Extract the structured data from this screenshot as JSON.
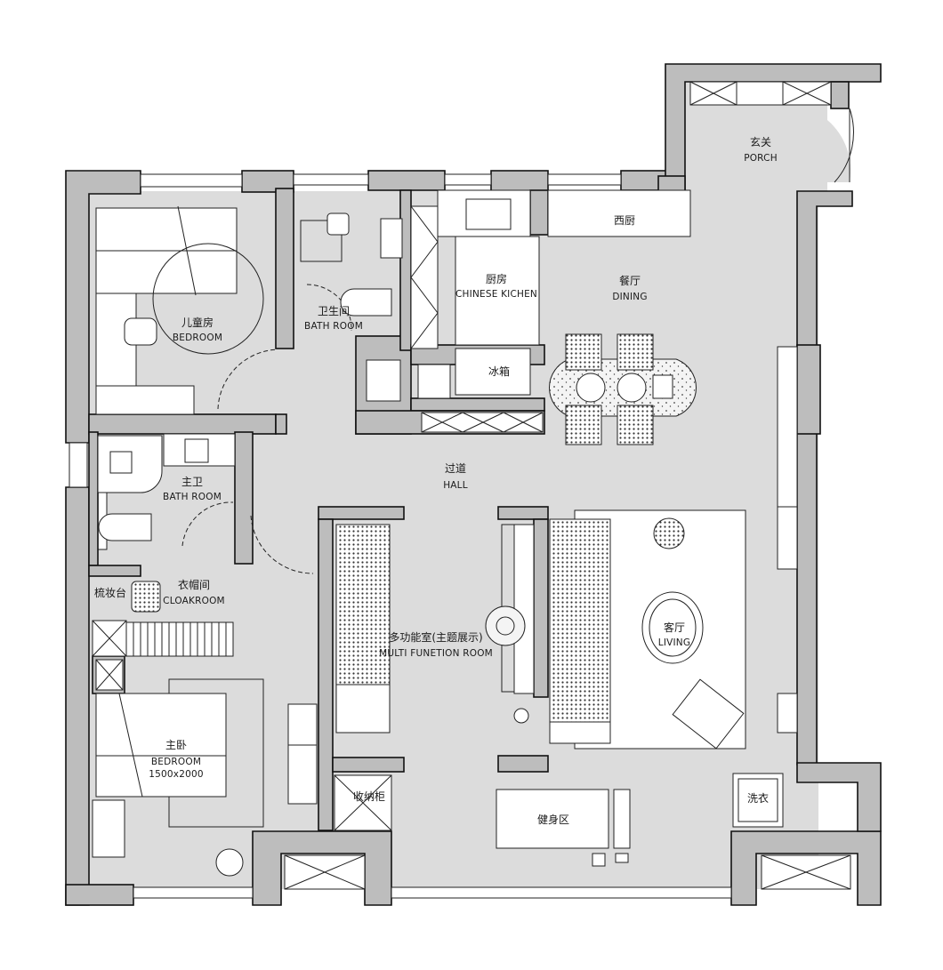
{
  "rooms": {
    "porch": {
      "zh": "玄关",
      "en": "PORCH"
    },
    "west_kitchen": {
      "zh": "西厨"
    },
    "dining": {
      "zh": "餐厅",
      "en": "DINING"
    },
    "kitchen": {
      "zh": "厨房",
      "en": "CHINESE KICHEN"
    },
    "fridge": {
      "zh": "冰箱"
    },
    "bath1": {
      "zh": "卫生间",
      "en": "BATH ROOM"
    },
    "kids_bedroom": {
      "zh": "儿童房",
      "en": "BEDROOM"
    },
    "hall": {
      "zh": "过道",
      "en": "HALL"
    },
    "master_bath": {
      "zh": "主卫",
      "en": "BATH ROOM"
    },
    "vanity": {
      "zh": "梳妆台"
    },
    "cloakroom": {
      "zh": "衣帽间",
      "en": "CLOAKROOM"
    },
    "multi_room": {
      "zh": "多功能室(主题展示)",
      "en": "MULTI FUNETION ROOM"
    },
    "living": {
      "zh": "客厅",
      "en": "LIVING"
    },
    "master_bedroom": {
      "zh": "主卧",
      "en": "BEDROOM",
      "size": "1500x2000"
    },
    "storage": {
      "zh": "收纳柜"
    },
    "gym": {
      "zh": "健身区"
    },
    "laundry": {
      "zh": "洗衣"
    }
  },
  "colors": {
    "floor": "#dcdcdc",
    "wall": "#bdbdbd",
    "line": "#111111"
  }
}
